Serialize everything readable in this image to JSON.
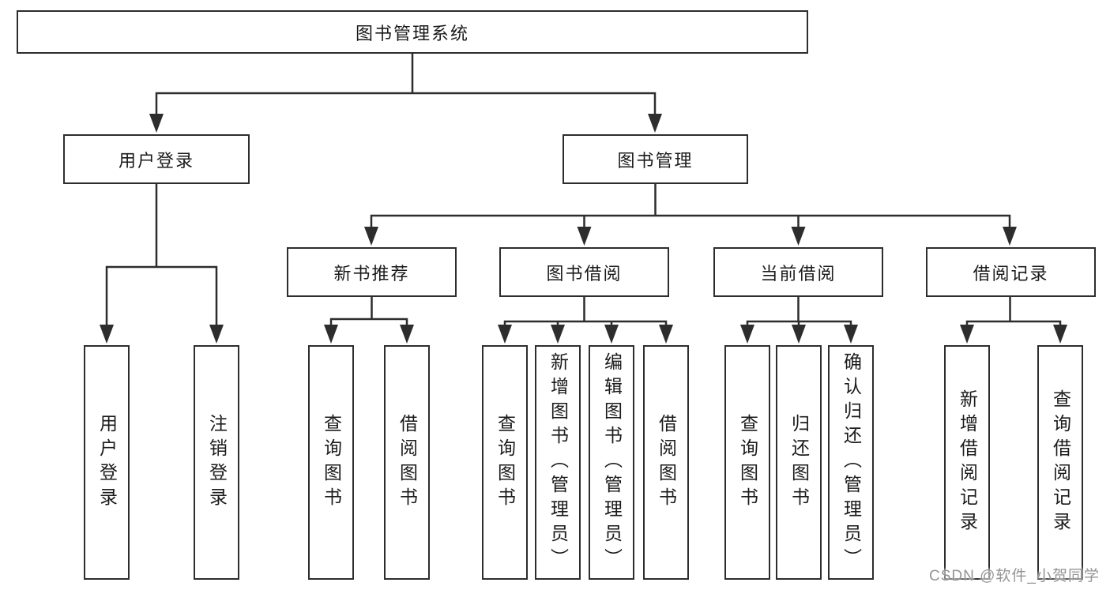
{
  "diagram": {
    "root": {
      "label": "图书管理系统"
    },
    "level2": [
      {
        "id": "user-login",
        "label": "用户登录"
      },
      {
        "id": "book-management",
        "label": "图书管理"
      }
    ],
    "level3": [
      {
        "id": "new-book-recommend",
        "label": "新书推荐"
      },
      {
        "id": "book-borrow",
        "label": "图书借阅"
      },
      {
        "id": "current-borrow",
        "label": "当前借阅"
      },
      {
        "id": "borrow-records",
        "label": "借阅记录"
      }
    ],
    "leaves": {
      "user_login": [
        {
          "label": "用户登录"
        },
        {
          "label": "注销登录"
        }
      ],
      "new_book_recommend": [
        {
          "label": "查询图书"
        },
        {
          "label": "借阅图书"
        }
      ],
      "book_borrow": [
        {
          "label": "查询图书"
        },
        {
          "label": "新增图书（管理员）"
        },
        {
          "label": "编辑图书（管理员）"
        },
        {
          "label": "借阅图书"
        }
      ],
      "current_borrow": [
        {
          "label": "查询图书"
        },
        {
          "label": "归还图书"
        },
        {
          "label": "确认归还（管理员）"
        }
      ],
      "borrow_records": [
        {
          "label": "新增借阅记录"
        },
        {
          "label": "查询借阅记录"
        }
      ]
    },
    "watermark": "CSDN @软件_小贺同学",
    "colors": {
      "line": "#2d2d2d",
      "text": "#1b1b1b",
      "watermark": "#949494",
      "background": "#ffffff"
    }
  }
}
